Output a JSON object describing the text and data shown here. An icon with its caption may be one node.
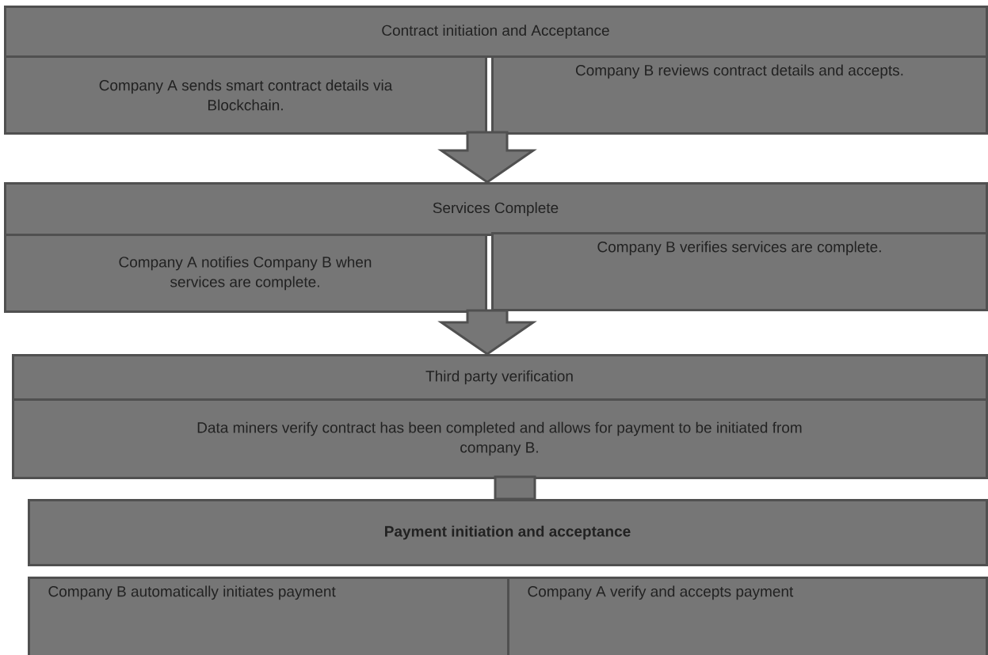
{
  "diagram": {
    "nodes": [
      {
        "text": [
          "Contract initiation and Acceptance"
        ]
      },
      {
        "text": [
          "Company A sends smart contract details via Blockchain."
        ]
      },
      {
        "text": [
          "Company B reviews contract details and accepts."
        ]
      },
      {
        "text": [
          "Services Complete"
        ]
      },
      {
        "text": [
          "Company A notifies Company B when services are complete."
        ]
      },
      {
        "text": [
          "Company B verifies services are complete."
        ]
      },
      {
        "text": [
          "Third party verification"
        ]
      },
      {
        "text": [
          "Data miners verify contract has been completed and allows for payment to be initiated from company B."
        ]
      },
      {
        "text": [
          "Payment initiation and acceptance"
        ]
      },
      {
        "text": [
          "Company B automatically initiates payment"
        ]
      },
      {
        "text": [
          "Company A verify and accepts payment"
        ]
      }
    ],
    "edges": [
      {
        "from": 1,
        "to": 3,
        "arrow": "to"
      },
      {
        "from": 4,
        "to": 6,
        "arrow": "to"
      },
      {
        "from": 7,
        "to": 8,
        "arrow": "none"
      }
    ]
  }
}
